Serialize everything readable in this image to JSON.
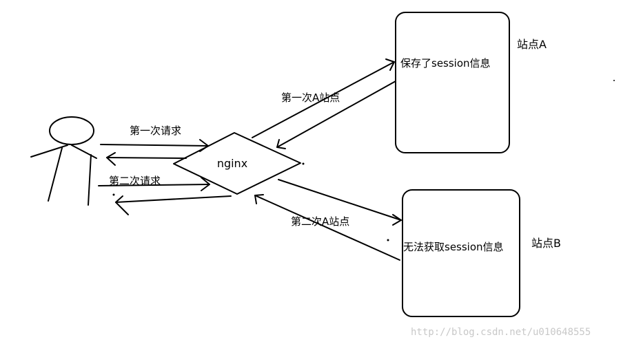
{
  "nodes": {
    "nginx": "nginx",
    "site_a_box": "保存了session信息",
    "site_b_box": "无法获取session信息",
    "site_a_label": "站点A",
    "site_b_label": "站点B"
  },
  "edges": {
    "first_request": "第一次请求",
    "second_request": "第二次请求",
    "first_to_a": "第一次A站点",
    "second_to_a": "第二次A站点"
  },
  "watermark": "http://blog.csdn.net/u010648555"
}
